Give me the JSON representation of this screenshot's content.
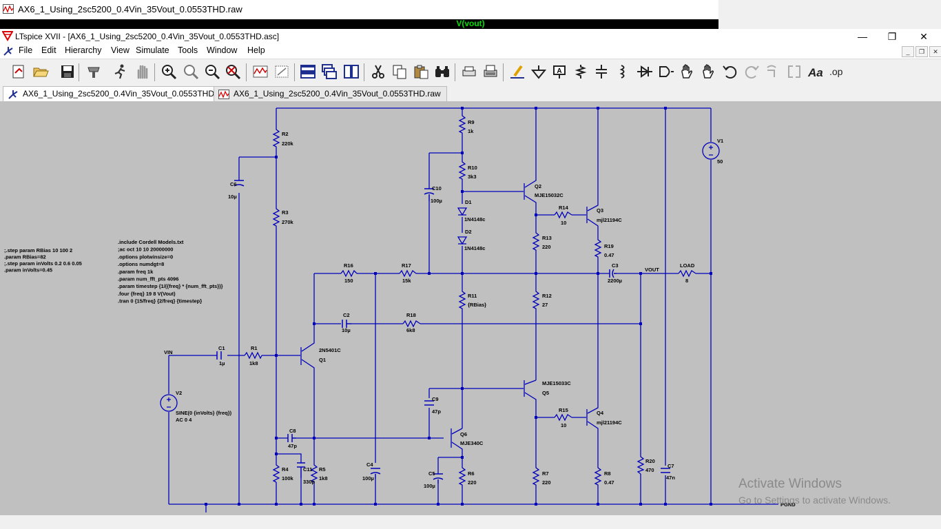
{
  "background_window": {
    "title": "AX6_1_Using_2sc5200_0.4Vin_35Vout_0.0553THD.raw",
    "trace_label": "V(vout)"
  },
  "window": {
    "title": "LTspice XVII - [AX6_1_Using_2sc5200_0.4Vin_35Vout_0.0553THD.asc]",
    "minimize": "—",
    "maximize": "❐",
    "close": "✕"
  },
  "menu": [
    "File",
    "Edit",
    "Hierarchy",
    "View",
    "Simulate",
    "Tools",
    "Window",
    "Help"
  ],
  "tabs": [
    {
      "label": "AX6_1_Using_2sc5200_0.4Vin_35Vout_0.0553THD.asc",
      "icon": "schematic-icon"
    },
    {
      "label": "AX6_1_Using_2sc5200_0.4Vin_35Vout_0.0553THD.raw",
      "icon": "waveform-icon"
    }
  ],
  "toolbar": [
    "new-schematic-icon",
    "open-icon",
    "save-icon",
    "control-panel-icon",
    "run-icon",
    "halt-icon",
    "zoom-in-icon",
    "pan-icon",
    "zoom-out-icon",
    "zoom-cancel-icon",
    "autorange-icon",
    "measure-icon",
    "tile-horizontal-icon",
    "cascade-icon",
    "tile-vertical-icon",
    "cut-icon",
    "copy-icon",
    "paste-icon",
    "find-icon",
    "print-setup-icon",
    "print-icon",
    "draw-wire-icon",
    "ground-icon",
    "label-net-icon",
    "resistor-icon",
    "capacitor-icon",
    "inductor-icon",
    "diode-icon",
    "component-icon",
    "move-icon",
    "drag-icon",
    "undo-icon",
    "redo-icon",
    "rotate-icon",
    "mirror-icon",
    "text-icon",
    "spice-directive-icon"
  ],
  "schematic": {
    "directives_left": [
      ";.step param RBias 10 100 2",
      ".param RBias=82",
      ";.step param inVolts 0.2 0.6 0.05",
      ".param inVolts=0.45"
    ],
    "directives_center": [
      ".include Cordell Models.txt",
      ";ac oct 10 10 20000000",
      ".options plotwinsize=0",
      ".options numdgt=8",
      ".param freq 1k",
      ".param num_fft_pts 4096",
      ".param timestep {1/({freq} * {num_fft_pts})}",
      ".four {freq} 19 8 V(Vout)",
      ".tran 0 {15/freq} {2/freq} {timestep}"
    ],
    "components": {
      "R2": "220k",
      "R3": "270k",
      "R4": "100k",
      "R5": "1k8",
      "R1": "1k8",
      "C6": "10µ",
      "C1": "1µ",
      "C8": "47p",
      "C11": "330p",
      "R9": "1k",
      "R10": "3k3",
      "C10": "100µ",
      "D1": "1N4148c",
      "D2": "1N4148c",
      "R16": "150",
      "R17": "15k",
      "R11": "{RBias}",
      "C2": "10µ",
      "R18": "6k8",
      "C4": "100µ",
      "C9": "47p",
      "C5": "100µ",
      "R6": "220",
      "Q1": "2N5401C",
      "Q2": "MJE15032C",
      "Q5": "MJE15033C",
      "Q6": "MJE340C",
      "R13": "220",
      "R12": "27",
      "R7": "220",
      "R14": "10",
      "R15": "10",
      "Q3": "mjl21194C",
      "Q4": "mjl21194C",
      "R19": "0.47",
      "R8": "0.47",
      "C3": "2200µ",
      "R20": "470",
      "C7": "47n",
      "V1": "50",
      "LOAD": "8"
    },
    "v2": {
      "name": "V2",
      "line1": "SINE(0 {inVolts} {freq})",
      "line2": "AC 0 4"
    },
    "nets": {
      "vin": "VIN",
      "vout": "VOUT",
      "gnd": "PGND"
    }
  },
  "watermark": {
    "line1": "Activate Windows",
    "line2": "Go to Settings to activate Windows."
  }
}
